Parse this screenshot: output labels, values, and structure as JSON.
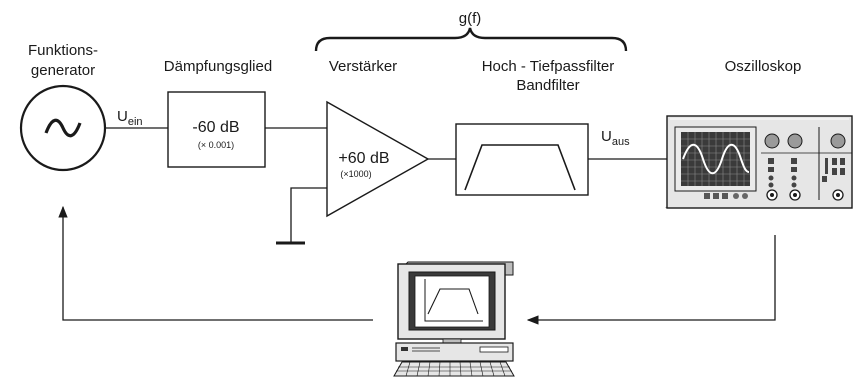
{
  "diagram": {
    "function_generator": {
      "label_line1": "Funktions-",
      "label_line2": "generator"
    },
    "attenuator": {
      "label": "Dämpfungsglied",
      "gain": "-60 dB",
      "factor": "(× 0.001)"
    },
    "input_signal": {
      "symbol": "U",
      "subscript": "ein"
    },
    "group_brace": {
      "label": "g(f)"
    },
    "amplifier": {
      "label": "Verstärker",
      "gain": "+60 dB",
      "factor": "(×1000)"
    },
    "filter": {
      "label_line1": "Hoch - Tiefpassfilter",
      "label_line2": "Bandfilter"
    },
    "output_signal": {
      "symbol": "U",
      "subscript": "aus"
    },
    "oscilloscope": {
      "label": "Oszilloskop"
    },
    "computer": {
      "icon": "computer-icon"
    },
    "colors": {
      "line": "#1a1a1a",
      "screen_dark": "#3a3a3a",
      "device_gray": "#e6e6e6"
    }
  }
}
